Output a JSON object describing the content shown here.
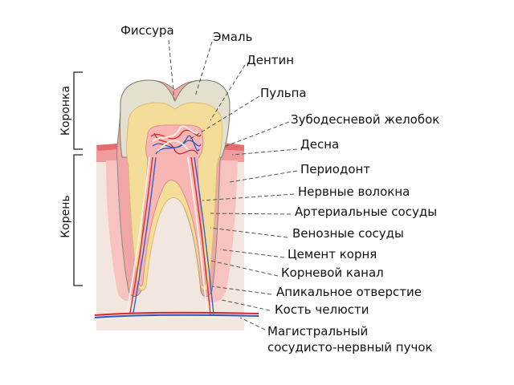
{
  "diagram": {
    "labels": {
      "fissure": "Фиссура",
      "enamel": "Эмаль",
      "dentin": "Дентин",
      "pulp": "Пульпа",
      "gingival_sulcus": "Зубодесневой желобок",
      "gum": "Десна",
      "periodontium": "Периодонт",
      "nerve_fibers": "Нервные волокна",
      "arterial_vessels": "Артериальные сосуды",
      "venous_vessels": "Венозные сосуды",
      "root_cementum": "Цемент корня",
      "root_canal": "Корневой канал",
      "apical_foramen": "Апикальное отверстие",
      "jaw_bone": "Кость челюсти",
      "main_bundle_line1": "Магистральный",
      "main_bundle_line2": "сосудисто-нервный пучок"
    },
    "sections": {
      "crown": "Коронка",
      "root": "Корень"
    },
    "colors": {
      "enamel": "#e3e0cf",
      "dentin": "#f4dc99",
      "pulp": "#f7b6b4",
      "gum": "#f19c9c",
      "bone": "#f2e6df",
      "artery": "#d42a2a",
      "vein": "#2e58c8",
      "nerve": "#f5ede3"
    }
  }
}
